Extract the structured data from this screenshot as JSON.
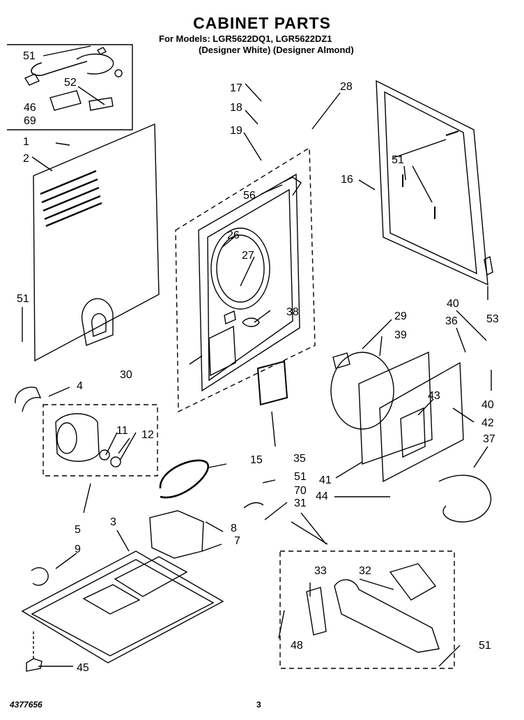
{
  "header": {
    "title": "CABINET PARTS",
    "models_line": "For Models: LGR5622DQ1, LGR5622DZ1",
    "finishes_line": "(Designer White) (Designer Almond)"
  },
  "callouts": [
    "1",
    "2",
    "3",
    "4",
    "5",
    "7",
    "8",
    "9",
    "11",
    "12",
    "15",
    "16",
    "17",
    "18",
    "19",
    "26",
    "27",
    "28",
    "29",
    "30",
    "31",
    "32",
    "33",
    "35",
    "36",
    "37",
    "38",
    "39",
    "40",
    "40",
    "41",
    "42",
    "43",
    "44",
    "45",
    "46",
    "48",
    "51",
    "51",
    "51",
    "51",
    "51",
    "52",
    "53",
    "56",
    "69",
    "70"
  ],
  "footer": {
    "doc_number": "4377656",
    "page": "3"
  }
}
